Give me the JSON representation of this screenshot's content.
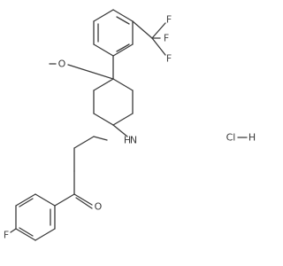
{
  "molecule": {
    "atoms": {
      "fluorine_aryl": "F",
      "fluorine_cf3_top": "F",
      "fluorine_cf3_right": "F",
      "fluorine_cf3_bottom": "F",
      "oxygen_methoxy": "O",
      "nitrogen_amine": "N",
      "hydrogen_amine": "H",
      "oxygen_ketone": "O"
    },
    "salt": {
      "chlorine": "Cl",
      "bond": "—",
      "hydrogen": "H"
    }
  }
}
